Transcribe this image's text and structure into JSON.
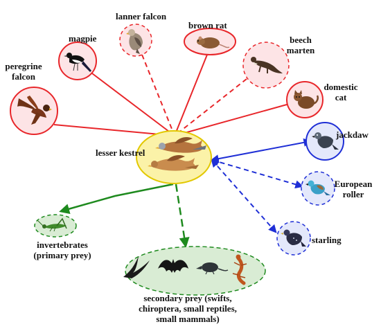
{
  "center": {
    "label": "lesser kestrel",
    "icon": "kestrel-pair-icon"
  },
  "predators": [
    {
      "id": "peregrine",
      "label_line1": "peregrine",
      "label_line2": "falcon",
      "icon": "peregrine-falcon-icon",
      "link": "solid"
    },
    {
      "id": "magpie",
      "label_line1": "magpie",
      "icon": "magpie-icon",
      "link": "solid"
    },
    {
      "id": "lanner",
      "label_line1": "lanner falcon",
      "icon": "lanner-falcon-icon",
      "link": "dashed"
    },
    {
      "id": "rat",
      "label_line1": "brown rat",
      "icon": "brown-rat-icon",
      "link": "solid"
    },
    {
      "id": "marten",
      "label_line1": "beech",
      "label_line2": "marten",
      "icon": "beech-marten-icon",
      "link": "dashed"
    },
    {
      "id": "cat",
      "label_line1": "domestic",
      "label_line2": "cat",
      "icon": "domestic-cat-icon",
      "link": "solid"
    }
  ],
  "competitors": [
    {
      "id": "jackdaw",
      "label_line1": "jackdaw",
      "icon": "jackdaw-icon",
      "link": "solid"
    },
    {
      "id": "roller",
      "label_line1": "European",
      "label_line2": "roller",
      "icon": "european-roller-icon",
      "link": "dashed"
    },
    {
      "id": "starling",
      "label_line1": "starling",
      "icon": "starling-icon",
      "link": "dashed"
    }
  ],
  "prey": [
    {
      "id": "invertebrates",
      "label_line1": "invertebrates",
      "label_line2": "(primary prey)",
      "icon": "grasshopper-icon",
      "link": "solid"
    },
    {
      "id": "secondary",
      "label_line1": "secondary prey (swifts,",
      "label_line2": "chiroptera, small reptiles,",
      "label_line3": "small mammals)",
      "icons": [
        "swift-icon",
        "bat-icon",
        "shrew-icon",
        "salamander-icon"
      ],
      "link": "dashed"
    }
  ],
  "colors": {
    "predator": "#e8262a",
    "predator_fill": "#fde4e6",
    "competitor": "#1f2fd6",
    "competitor_fill": "#e4e8fb",
    "prey": "#1e8a1e",
    "prey_fill": "#d9ecd4",
    "center_stroke": "#e2c800",
    "center_fill": "#fbf2a8"
  }
}
